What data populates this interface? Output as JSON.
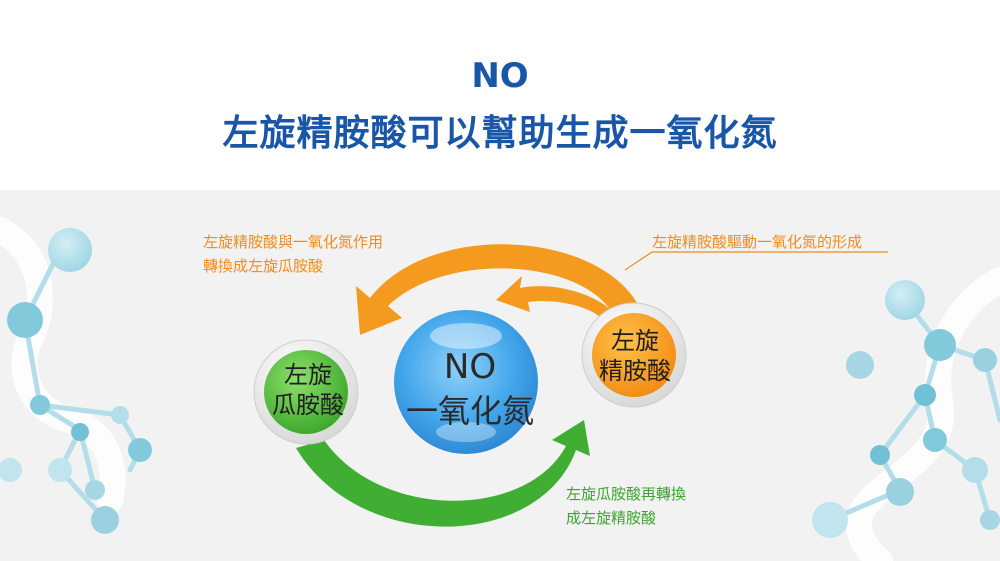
{
  "title": {
    "line1": "NO",
    "line2": "左旋精胺酸可以幫助生成一氧化氮"
  },
  "nodes": {
    "green": {
      "line1": "左旋",
      "line2": "瓜胺酸"
    },
    "blue": {
      "line1": "NO",
      "line2": "一氧化氮"
    },
    "orange": {
      "line1": "左旋",
      "line2": "精胺酸"
    }
  },
  "captions": {
    "left": {
      "line1": "左旋精胺酸與一氧化氮作用",
      "line2": "轉換成左旋瓜胺酸"
    },
    "right": {
      "line1": "左旋精胺酸驅動一氧化氮的形成"
    },
    "bottom": {
      "line1": "左旋瓜胺酸再轉換",
      "line2": "成左旋精胺酸"
    }
  },
  "colors": {
    "title": "#1a56a8",
    "orange": "#f08c1b",
    "green": "#3da32f",
    "blue": "#3aa0e6"
  }
}
